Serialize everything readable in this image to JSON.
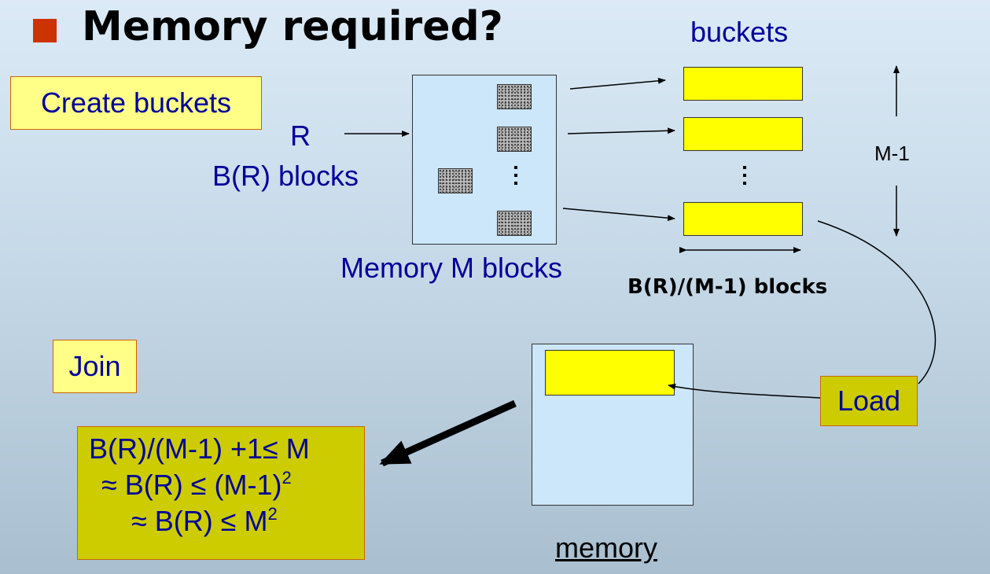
{
  "title": "Memory required?",
  "labels": {
    "buckets": "buckets",
    "create_buckets": "Create buckets",
    "r": "R",
    "br_blocks": "B(R) blocks",
    "memory_m_blocks": "Memory M blocks",
    "m_minus_1": "M-1",
    "bucket_size": "B(R)/(M-1) blocks",
    "join": "Join",
    "load": "Load",
    "memory": "memory"
  },
  "formula": {
    "line1": "B(R)/(M-1) +1≤ M",
    "line2_prefix": "≈ B(R) ≤ (M-1)",
    "line2_sup": "2",
    "line3_prefix": "≈ B(R) ≤ M",
    "line3_sup": "2"
  },
  "colors": {
    "bullet": "#cc3300",
    "text": "#000099",
    "label_fill": "#ffff88",
    "bucket_fill": "#ffff00",
    "formula_fill": "#cccc00",
    "memory_fill": "#cce6fa"
  }
}
